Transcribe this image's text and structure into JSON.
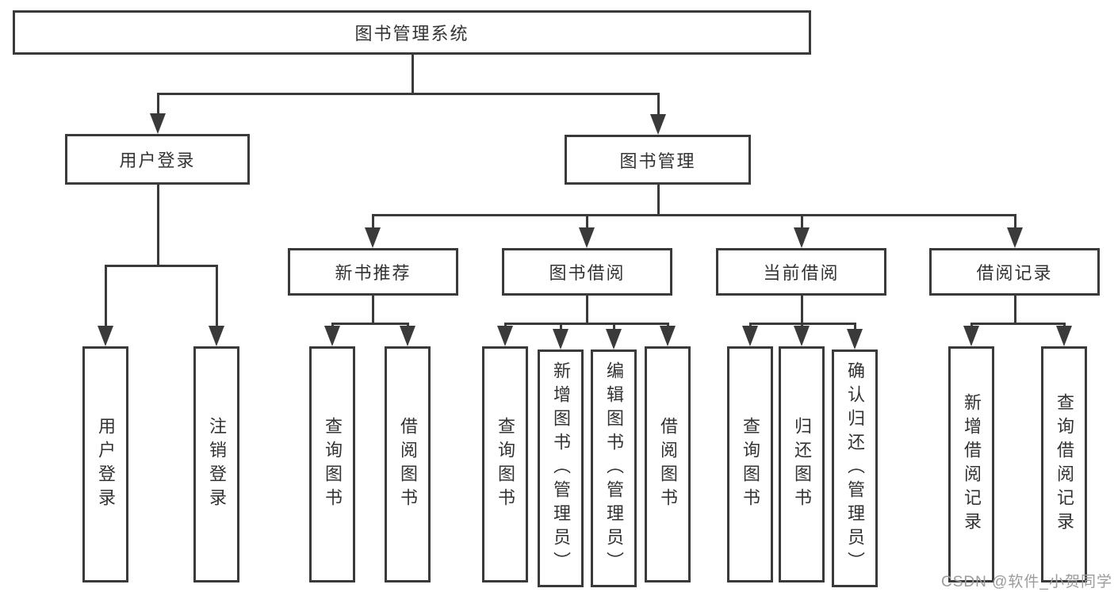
{
  "diagram": {
    "type": "tree",
    "root": {
      "label": "图书管理系统",
      "children": [
        {
          "label": "用户登录",
          "children": [
            {
              "label": "用户登录"
            },
            {
              "label": "注销登录"
            }
          ]
        },
        {
          "label": "图书管理",
          "children": [
            {
              "label": "新书推荐",
              "children": [
                {
                  "label": "查询图书"
                },
                {
                  "label": "借阅图书"
                }
              ]
            },
            {
              "label": "图书借阅",
              "children": [
                {
                  "label": "查询图书"
                },
                {
                  "label": "新增图书（管理员）"
                },
                {
                  "label": "编辑图书（管理员）"
                },
                {
                  "label": "借阅图书"
                }
              ]
            },
            {
              "label": "当前借阅",
              "children": [
                {
                  "label": "查询图书"
                },
                {
                  "label": "归还图书"
                },
                {
                  "label": "确认归还（管理员）"
                }
              ]
            },
            {
              "label": "借阅记录",
              "children": [
                {
                  "label": "新增借阅记录"
                },
                {
                  "label": "查询借阅记录"
                }
              ]
            }
          ]
        }
      ]
    }
  },
  "watermark": {
    "text": "CSDN @软件_小贺同学"
  },
  "colors": {
    "line": "#3a3a3a",
    "text": "#333333",
    "background": "#ffffff",
    "watermark": "#9b9b9b"
  }
}
